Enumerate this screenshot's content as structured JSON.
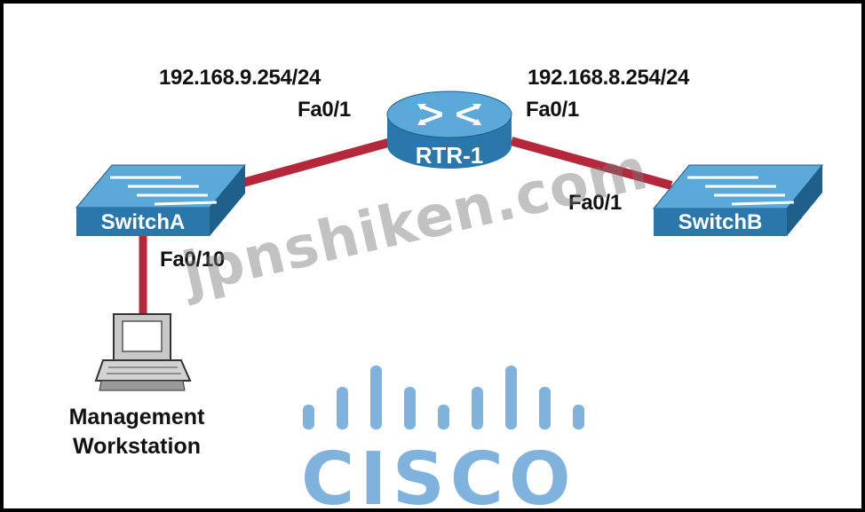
{
  "diagram": {
    "devices": {
      "router": "RTR-1",
      "switch_a": "SwitchA",
      "switch_b": "SwitchB",
      "workstation": [
        "Management",
        "Workstation"
      ]
    },
    "labels": {
      "rtr_left_ip": "192.168.9.254/24",
      "rtr_left_port": "Fa0/1",
      "rtr_right_ip": "192.168.8.254/24",
      "rtr_right_port": "Fa0/1",
      "switchb_port": "Fa0/1",
      "switcha_port": "Fa0/10"
    },
    "links": [
      {
        "from": "SwitchA",
        "to": "RTR-1"
      },
      {
        "from": "RTR-1",
        "to": "SwitchB"
      },
      {
        "from": "SwitchA",
        "to": "Management Workstation"
      }
    ],
    "watermark": "jpnshiken.com",
    "logo_text": "CISCO",
    "colors": {
      "link": "#b5283c",
      "device": "#3a8fc2",
      "device_dark": "#1e5f8c",
      "logo": "#7fb2dc"
    }
  }
}
